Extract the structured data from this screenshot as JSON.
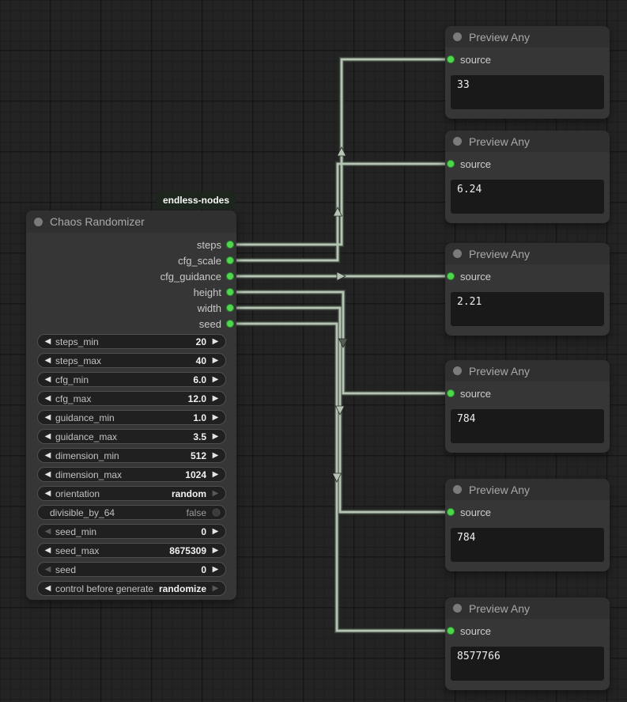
{
  "badge": {
    "label": "endless-nodes"
  },
  "chaos_node": {
    "title": "Chaos Randomizer",
    "outputs": [
      "steps",
      "cfg_scale",
      "cfg_guidance",
      "height",
      "width",
      "seed"
    ],
    "widgets": [
      {
        "type": "stepper",
        "label": "steps_min",
        "value": "20",
        "left_enabled": true,
        "right_enabled": true
      },
      {
        "type": "stepper",
        "label": "steps_max",
        "value": "40",
        "left_enabled": true,
        "right_enabled": true
      },
      {
        "type": "stepper",
        "label": "cfg_min",
        "value": "6.0",
        "left_enabled": true,
        "right_enabled": true
      },
      {
        "type": "stepper",
        "label": "cfg_max",
        "value": "12.0",
        "left_enabled": true,
        "right_enabled": true
      },
      {
        "type": "stepper",
        "label": "guidance_min",
        "value": "1.0",
        "left_enabled": true,
        "right_enabled": true
      },
      {
        "type": "stepper",
        "label": "guidance_max",
        "value": "3.5",
        "left_enabled": true,
        "right_enabled": true
      },
      {
        "type": "stepper",
        "label": "dimension_min",
        "value": "512",
        "left_enabled": true,
        "right_enabled": true
      },
      {
        "type": "stepper",
        "label": "dimension_max",
        "value": "1024",
        "left_enabled": true,
        "right_enabled": true
      },
      {
        "type": "stepper",
        "label": "orientation",
        "value": "random",
        "left_enabled": true,
        "right_enabled": false
      },
      {
        "type": "toggle",
        "label": "divisible_by_64",
        "value": "false"
      },
      {
        "type": "stepper",
        "label": "seed_min",
        "value": "0",
        "left_enabled": false,
        "right_enabled": true
      },
      {
        "type": "stepper",
        "label": "seed_max",
        "value": "8675309",
        "left_enabled": true,
        "right_enabled": true
      },
      {
        "type": "stepper",
        "label": "seed",
        "value": "0",
        "left_enabled": false,
        "right_enabled": true
      },
      {
        "type": "stepper",
        "label": "control before generate",
        "value": "randomize",
        "left_enabled": true,
        "right_enabled": false
      }
    ]
  },
  "preview_nodes": [
    {
      "title": "Preview Any",
      "input_label": "source",
      "value": "33"
    },
    {
      "title": "Preview Any",
      "input_label": "source",
      "value": "6.24"
    },
    {
      "title": "Preview Any",
      "input_label": "source",
      "value": "2.21"
    },
    {
      "title": "Preview Any",
      "input_label": "source",
      "value": "784"
    },
    {
      "title": "Preview Any",
      "input_label": "source",
      "value": "784"
    },
    {
      "title": "Preview Any",
      "input_label": "source",
      "value": "8577766"
    }
  ],
  "links": [
    {
      "from_output": "steps",
      "to_preview": 0,
      "arrow_dim": false
    },
    {
      "from_output": "cfg_scale",
      "to_preview": 1,
      "arrow_dim": false
    },
    {
      "from_output": "cfg_guidance",
      "to_preview": 2,
      "arrow_dim": false
    },
    {
      "from_output": "height",
      "to_preview": 3,
      "arrow_dim": true
    },
    {
      "from_output": "width",
      "to_preview": 4,
      "arrow_dim": false
    },
    {
      "from_output": "seed",
      "to_preview": 5,
      "arrow_dim": false
    }
  ],
  "colors": {
    "wire": "#b6c4b4",
    "wire_outline": "#3a433b",
    "wire_arrow_dim": "#565c56",
    "slot_green": "#4fd64f",
    "badge_bg": "#1c261c"
  }
}
